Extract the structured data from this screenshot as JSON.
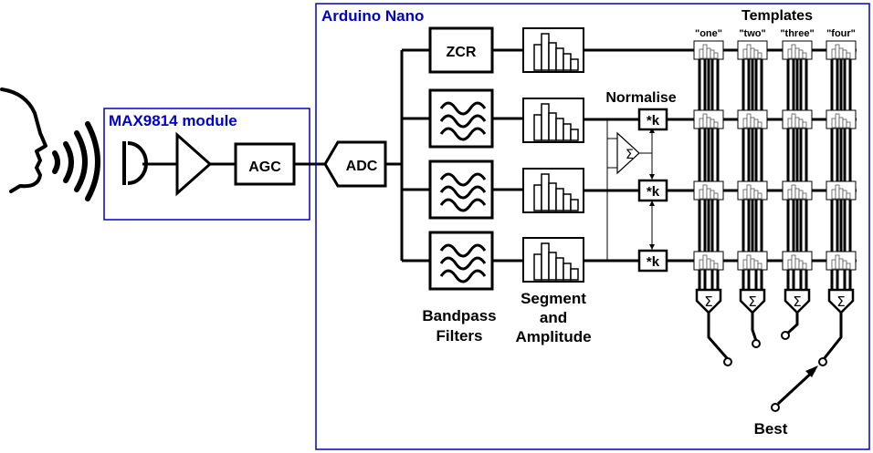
{
  "colors": {
    "module_border": "#0000cc",
    "module_label": "#0000cc",
    "ink": "#000000",
    "histogram_bar": "#ffffff"
  },
  "max_module": {
    "title": "MAX9814 module",
    "agc": "AGC"
  },
  "arduino": {
    "title": "Arduino Nano",
    "adc": "ADC",
    "zcr": "ZCR",
    "normalise": "Normalise",
    "k_label": "*k",
    "sigma": "Σ",
    "bandpass_1": "Bandpass",
    "bandpass_2": "Filters",
    "segment_1": "Segment",
    "segment_2": "and",
    "segment_3": "Amplitude",
    "templates_title": "Templates",
    "templates": [
      "\"one\"",
      "\"two\"",
      "\"three\"",
      "\"four\""
    ],
    "best": "Best"
  },
  "icons": [
    "speaking-head-icon",
    "sound-wave-icon",
    "microphone-icon",
    "amplifier-icon",
    "bandpass-filter-icon",
    "histogram-icon",
    "summing-amplifier-icon",
    "selector-switch-icon"
  ]
}
